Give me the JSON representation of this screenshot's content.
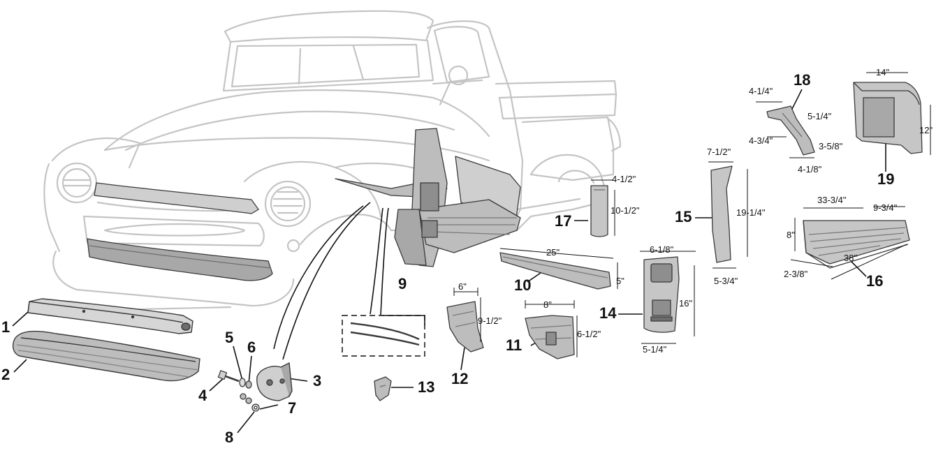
{
  "diagram": {
    "colors": {
      "outline": "#3a3a3a",
      "ghost_outline": "#c4c4c4",
      "part_fill": "#d6d6d6",
      "part_shade": "#9e9e9e",
      "part_dark": "#6e6e6e",
      "leader": "#111111"
    },
    "callouts": [
      "1",
      "2",
      "3",
      "4",
      "5",
      "6",
      "7",
      "8",
      "9",
      "10",
      "11",
      "12",
      "13",
      "14",
      "15",
      "16",
      "17",
      "18",
      "19"
    ],
    "dimensions": {
      "p12_width": "6\"",
      "p12_height": "9-1/2\"",
      "p11_width": "8\"",
      "p11_height": "6-1/2\"",
      "p10_length": "25\"",
      "p10_height": "5\"",
      "p17_width": "4-1/2\"",
      "p17_height": "10-1/2\"",
      "p14_top": "6-1/8\"",
      "p14_height": "16\"",
      "p14_bottom": "5-1/4\"",
      "p15_top": "7-1/2\"",
      "p15_height": "19-1/4\"",
      "p15_bottom": "5-3/4\"",
      "p18_top": "4-1/4\"",
      "p18_right": "5-1/4\"",
      "p18_left": "4-3/4\"",
      "p18_side": "3-5/8\"",
      "p18_bottom": "4-1/8\"",
      "p19_width": "14\"",
      "p19_height": "12\"",
      "p16_length": "33-3/4\"",
      "p16_depth": "9-3/4\"",
      "p16_height": "8\"",
      "p16_lip": "2-3/8\"",
      "p16_total": "38\""
    }
  }
}
